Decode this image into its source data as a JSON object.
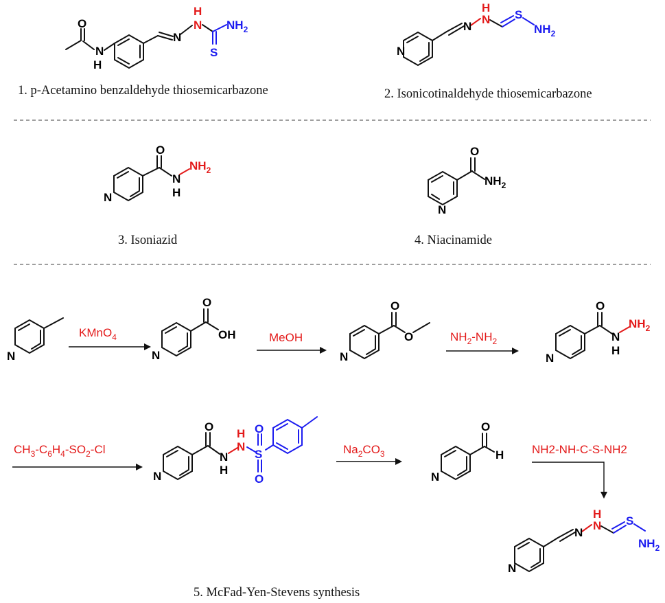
{
  "captions": {
    "c1": "1. p-Acetamino benzaldehyde thiosemicarbazone",
    "c2": "2. Isonicotinaldehyde thiosemicarbazone",
    "c3": "3. Isoniazid",
    "c4": "4. Niacinamide",
    "c5": "5. McFad-Yen-Stevens synthesis"
  },
  "atoms": {
    "O": "O",
    "N": "N",
    "H": "H",
    "NH": "NH",
    "NH2": "NH",
    "sub2": "2",
    "S": "S",
    "OH": "OH"
  },
  "reagents": {
    "kmno4": "KMnO",
    "kmno4_sub": "4",
    "meoh": "MeOH",
    "hydrazine_a": "NH",
    "hydrazine_b": "-NH",
    "tscl_a": "CH",
    "tscl_b": "-C",
    "tscl_c": "H",
    "tscl_d": "-SO",
    "tscl_e": "-Cl",
    "sub3": "3",
    "sub6": "6",
    "sub4": "4",
    "sub2": "2",
    "na2co3_a": "Na",
    "na2co3_b": "CO",
    "tsc": "NH2-NH-C-S-NH2"
  },
  "colors": {
    "bond": "#111111",
    "hydrazine_red": "#e31a1a",
    "sulfur_blue": "#1c1cf0",
    "reagent_red": "#e31a1a"
  }
}
